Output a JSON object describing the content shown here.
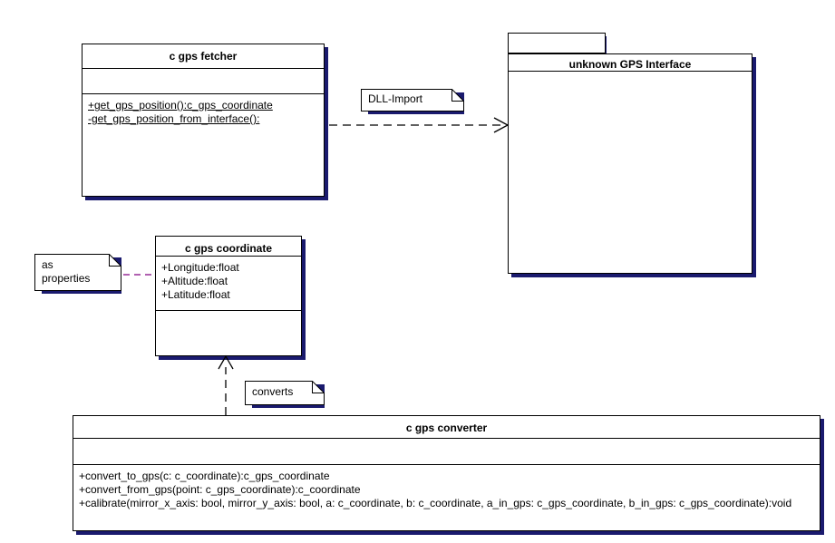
{
  "diagram": {
    "type": "uml-class-diagram",
    "background_color": "#ffffff",
    "line_color": "#000000",
    "shadow_color": "#1a1a6e",
    "note_link_color": "#800080"
  },
  "classes": [
    {
      "id": "gps-fetcher",
      "name": "c gps fetcher",
      "attributes": [],
      "methods": [
        {
          "text": "+get_gps_position():c_gps_coordinate",
          "static": true
        },
        {
          "text": "-get_gps_position_from_interface():",
          "static": true
        }
      ]
    },
    {
      "id": "gps-coordinate",
      "name": "c gps coordinate",
      "attributes": [
        {
          "text": "+Longitude:float",
          "static": false
        },
        {
          "text": "+Altitude:float",
          "static": false
        },
        {
          "text": "+Latitude:float",
          "static": false
        }
      ],
      "methods": []
    },
    {
      "id": "gps-converter",
      "name": "c gps converter",
      "attributes": [],
      "methods": [
        {
          "text": "+convert_to_gps(c: c_coordinate):c_gps_coordinate",
          "static": false
        },
        {
          "text": "+convert_from_gps(point: c_gps_coordinate):c_coordinate",
          "static": false
        },
        {
          "text": "+calibrate(mirror_x_axis: bool, mirror_y_axis: bool, a: c_coordinate, b: c_coordinate, a_in_gps: c_gps_coordinate, b_in_gps: c_gps_coordinate):void",
          "static": false
        }
      ]
    }
  ],
  "packages": [
    {
      "id": "unknown-gps-interface",
      "name": "unknown GPS Interface"
    }
  ],
  "notes": [
    {
      "id": "dll-import-note",
      "text": "DLL-Import"
    },
    {
      "id": "as-properties-note",
      "text": "as\nproperties"
    },
    {
      "id": "converts-note",
      "text": "converts"
    }
  ],
  "relationships": [
    {
      "id": "fetcher-to-interface",
      "kind": "dependency",
      "style": "dashed",
      "arrowhead": "open-v",
      "from": "c gps fetcher",
      "to": "unknown GPS Interface",
      "label": "DLL-Import"
    },
    {
      "id": "converter-to-coordinate",
      "kind": "realization",
      "style": "dashed",
      "arrowhead": "hollow-triangle",
      "from": "c gps converter",
      "to": "c gps coordinate",
      "label": "converts"
    },
    {
      "id": "note-link-as-properties",
      "kind": "note-anchor",
      "style": "dashed",
      "arrowhead": "none",
      "from": "as properties",
      "to": "c gps coordinate",
      "label": ""
    }
  ]
}
